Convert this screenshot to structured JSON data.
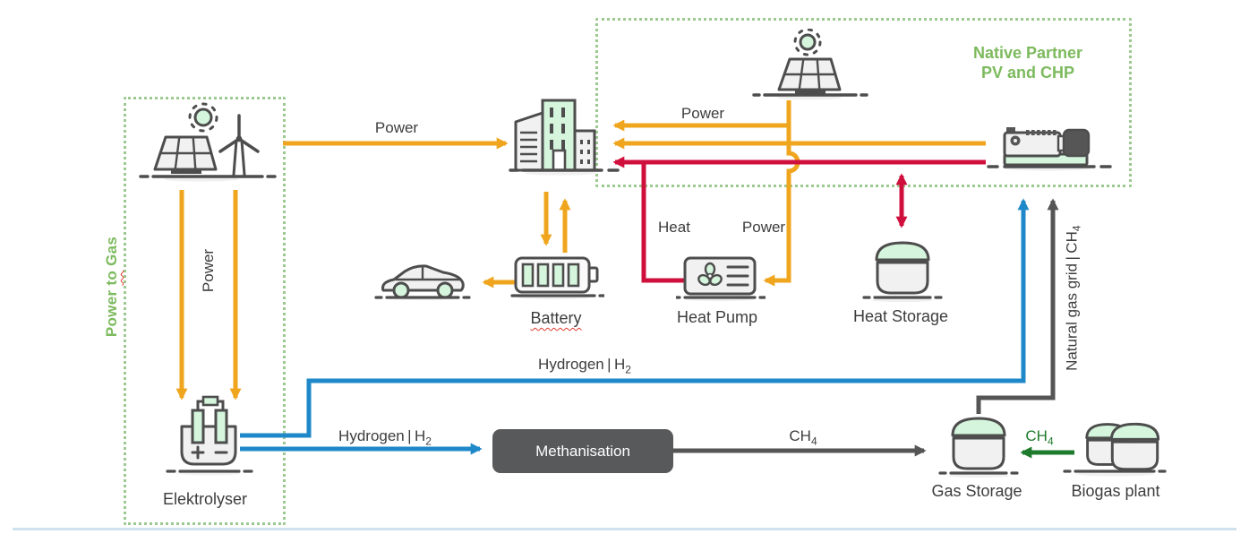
{
  "colors": {
    "power": "#F0A51E",
    "heat": "#D0103C",
    "hydrogen": "#1F88C9",
    "methane": "#555555",
    "biogas": "#1E7B2D",
    "group_border": "#9CC98F",
    "group_text": "#7CBA5D",
    "mint": "#D5F6DC",
    "icon_fill": "#F1F1F1",
    "icon_dark": "#565656",
    "icon_stroke": "#4D4D4D",
    "label_text": "#3D3D3D",
    "methanisation_bg": "#58595B",
    "footer_bar": "#CFE2EE",
    "spellcheck": "#E03A2F"
  },
  "groups": {
    "power_to_gas": {
      "label_pre": "Power",
      "label_mid": "to",
      "label_post": "Gas"
    },
    "native_partner": {
      "line1": "Native Partner",
      "line2": "PV and CHP"
    }
  },
  "nodes": {
    "battery": {
      "label": "Battery"
    },
    "heat_pump": {
      "label": "Heat Pump"
    },
    "heat_storage": {
      "label": "Heat Storage"
    },
    "elektrolyser": {
      "label": "Elektrolyser"
    },
    "methanisation": {
      "label": "Methanisation"
    },
    "gas_storage": {
      "label": "Gas Storage"
    },
    "biogas_plant": {
      "label": "Biogas plant"
    }
  },
  "edges": {
    "power_renewables_to_building": "Power",
    "power_pv_to_building": "Power",
    "power_renewables_to_elektrolyser": "Power",
    "power_pv_to_heat_pump": "Power",
    "heat_heat_pump_to_building": "Heat",
    "hydrogen_text": "Hydrogen | H",
    "hydrogen_sub": "2",
    "ch4_text": "CH",
    "ch4_sub": "4",
    "natural_gas_text": "Natural gas grid | CH",
    "natural_gas_sub": "4"
  },
  "icons": {
    "renewables": "solar-panel-wind-turbine-icon",
    "native_pv": "solar-panel-icon",
    "chp": "chp-generator-icon",
    "building": "building-icon",
    "car": "car-icon",
    "battery": "battery-icon",
    "heat_pump": "heat-pump-icon",
    "heat_storage": "heat-storage-tank-icon",
    "elektrolyser": "electrolyser-icon",
    "gas_storage": "gas-storage-tank-icon",
    "biogas_plant": "biogas-plant-icon"
  }
}
